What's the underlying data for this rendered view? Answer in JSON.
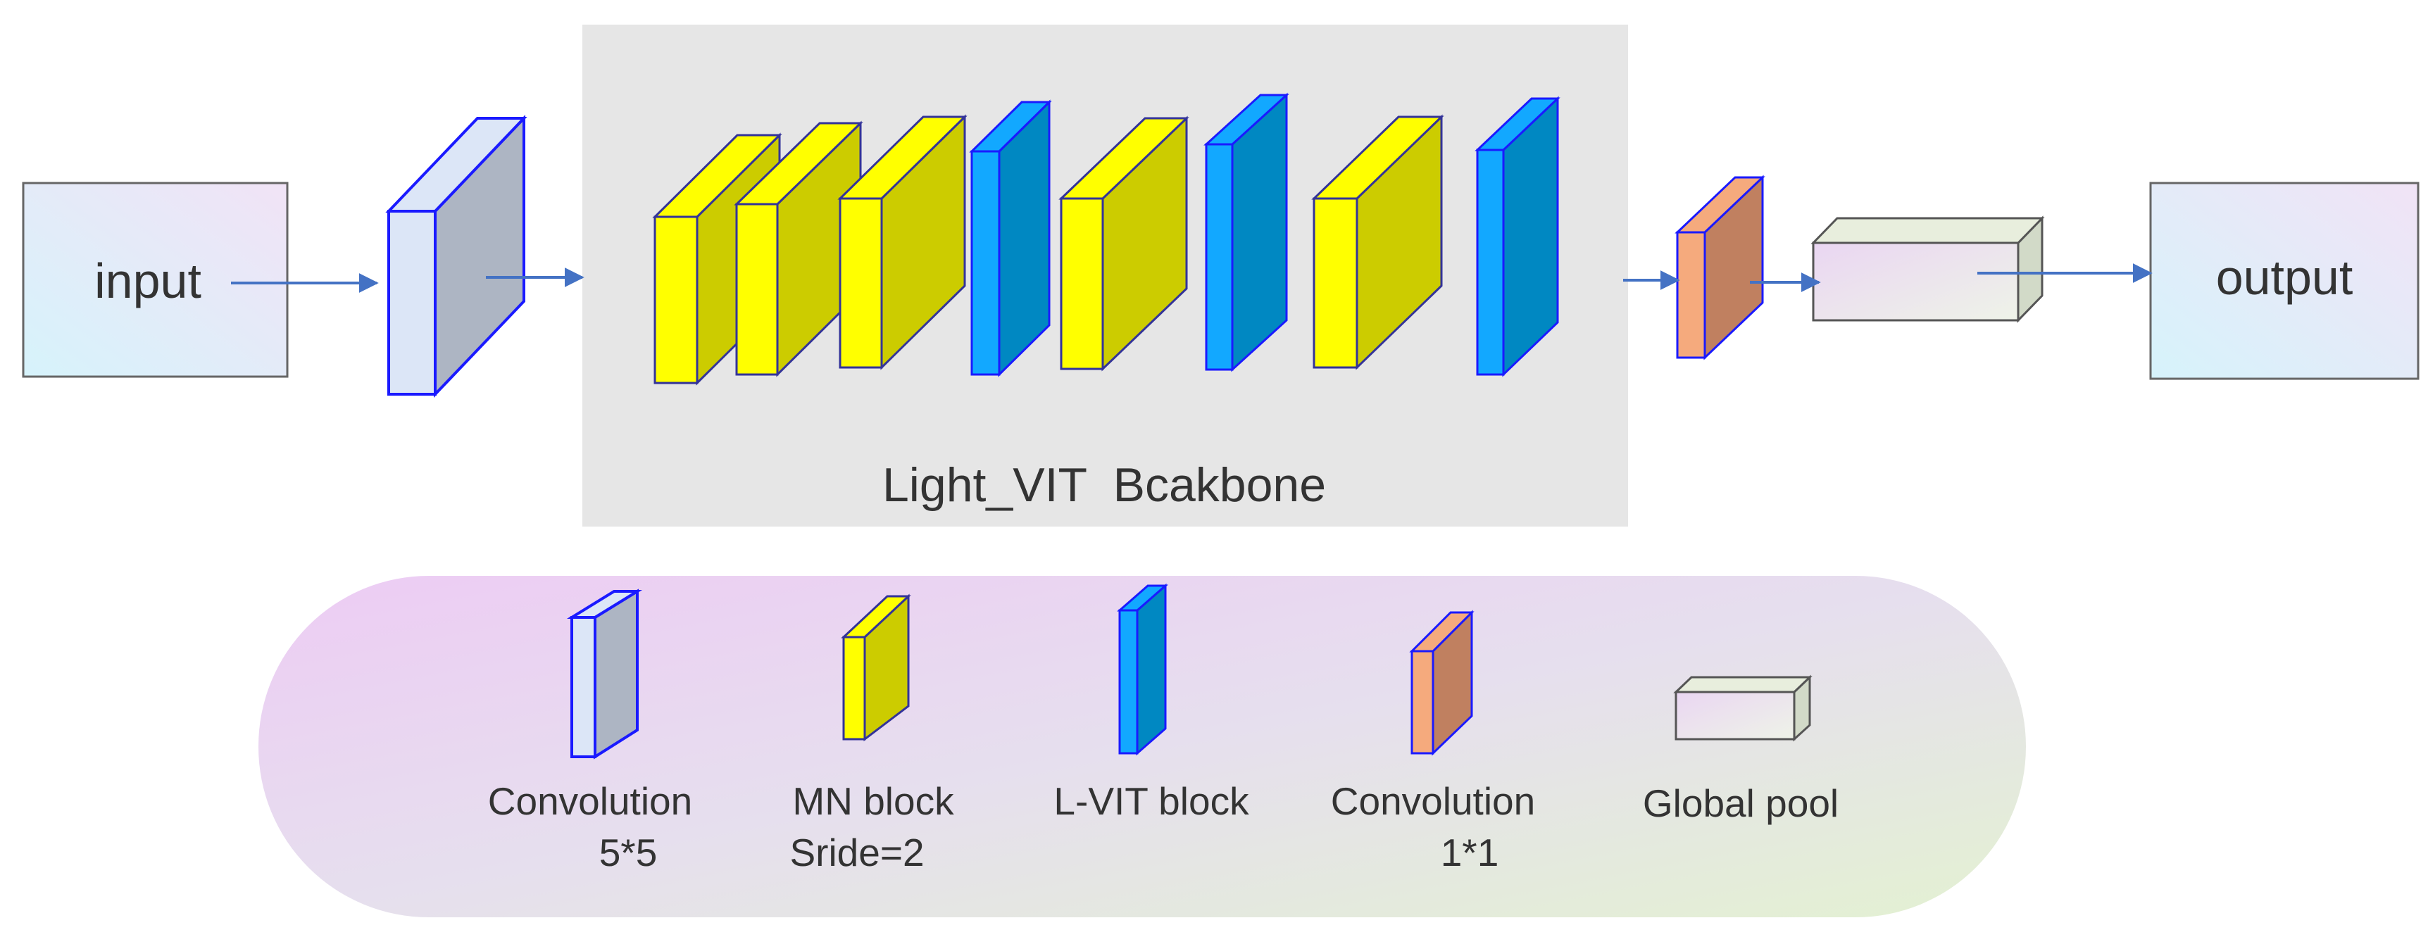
{
  "nodes": {
    "input": "input",
    "output": "output"
  },
  "backbone": {
    "label": "Light_VIT  Bcakbone"
  },
  "legend": {
    "conv5": {
      "line1": "Convolution",
      "line2": "5*5"
    },
    "mn": {
      "line1": "MN block",
      "line2": "Sride=2"
    },
    "lvit": {
      "line1": "L-VIT block"
    },
    "conv1": {
      "line1": "Convolution",
      "line2": "1*1"
    },
    "pool": {
      "line1": "Global pool"
    }
  },
  "colors": {
    "mn_front": "#ffff00",
    "mn_side": "#cccc00",
    "vit_front": "#12a8ff",
    "vit_side": "#0088c2",
    "conv5_front": "#dce6f7",
    "conv5_side": "#adb5c3",
    "conv1_front": "#f5aa7d",
    "conv1_side": "#c08060",
    "edge": "#1a1aff",
    "arrow": "#4472c4",
    "backbone_bg": "#e6e6e6"
  }
}
